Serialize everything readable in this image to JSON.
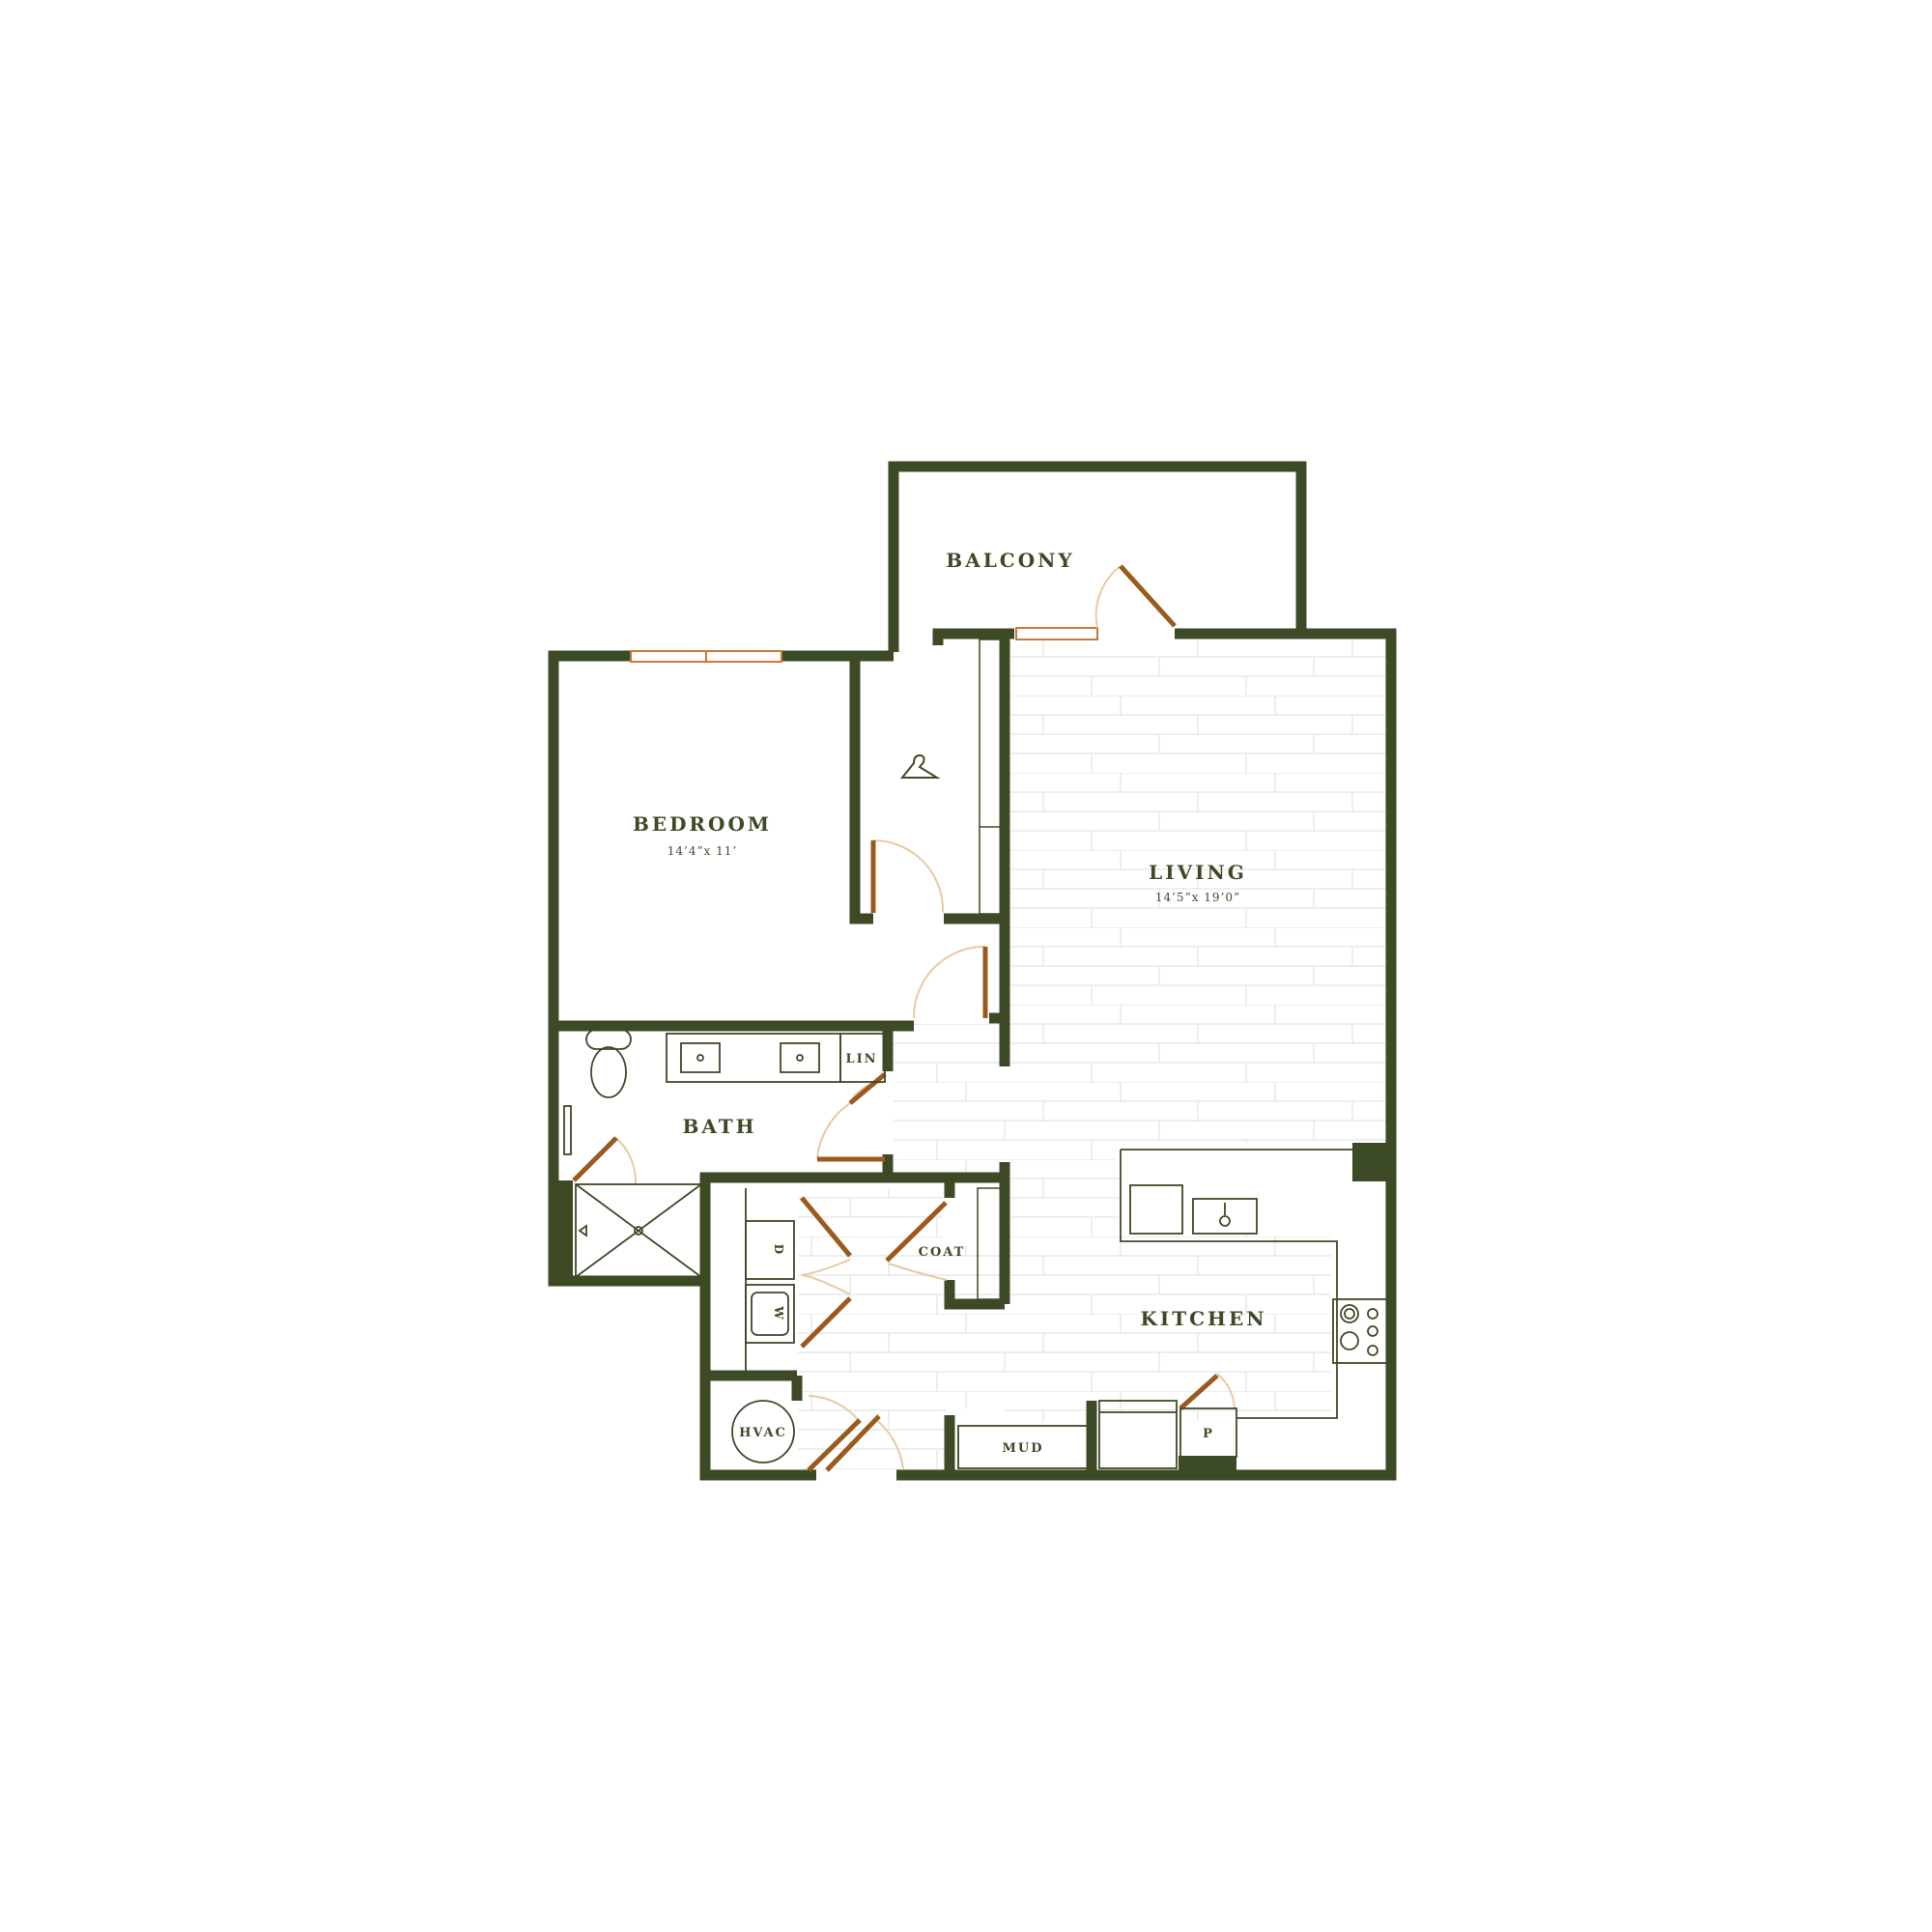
{
  "colors": {
    "wall": "#3d4a26",
    "door": "#9a5a1e",
    "door_swing": "#e9c9a0",
    "window": "#c8783a",
    "floor_lines": "#e6e6e6",
    "fixture": "#3d4a26",
    "background": "#ffffff"
  },
  "rooms": {
    "balcony": {
      "label": "BALCONY"
    },
    "bedroom": {
      "label": "BEDROOM",
      "dimensions": "14’4”x 11’"
    },
    "living": {
      "label": "LIVING",
      "dimensions": "14’5”x 19’0”"
    },
    "bath": {
      "label": "BATH"
    },
    "kitchen": {
      "label": "KITCHEN"
    }
  },
  "fixtures": {
    "linen": "LIN",
    "coat": "COAT",
    "dryer": "D",
    "washer": "W",
    "hvac": "HVAC",
    "mud": "MUD",
    "pantry": "P"
  },
  "icons": [
    "hanger-icon",
    "toilet-icon",
    "sink-icon",
    "cooktop-icon",
    "shower-drain-icon"
  ]
}
